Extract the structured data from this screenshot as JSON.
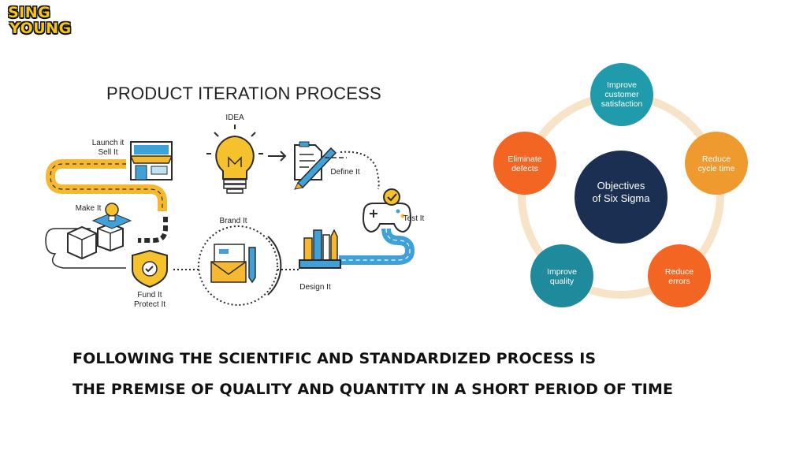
{
  "logo": {
    "line1": "SING",
    "line2": "YOUNG"
  },
  "product_iteration": {
    "title": "PRODUCT ITERATION PROCESS",
    "steps": [
      {
        "id": "idea",
        "label": "IDEA"
      },
      {
        "id": "define",
        "label": "Define It"
      },
      {
        "id": "test",
        "label": "Test It"
      },
      {
        "id": "design",
        "label": "Design It"
      },
      {
        "id": "brand",
        "label": "Brand It"
      },
      {
        "id": "fund",
        "line1": "Fund It",
        "line2": "Protect It"
      },
      {
        "id": "make",
        "label": "Make It"
      },
      {
        "id": "launch",
        "line1": "Launch it",
        "line2": "Sell It"
      }
    ]
  },
  "six_sigma": {
    "center": {
      "line1": "Objectives",
      "line2": "of Six Sigma",
      "color": "#1b2f52"
    },
    "ring_color": "#f7e3c7",
    "nodes": [
      {
        "line1": "Improve",
        "line2": "customer",
        "line3": "satisfaction",
        "color": "#1f9bab"
      },
      {
        "line1": "Reduce",
        "line2": "cycle time",
        "color": "#ef9a2f"
      },
      {
        "line1": "Reduce",
        "line2": "errors",
        "color": "#f26522"
      },
      {
        "line1": "Improve",
        "line2": "quality",
        "color": "#1f8a9c"
      },
      {
        "line1": "Eliminate",
        "line2": "defects",
        "color": "#f26522"
      }
    ]
  },
  "statement": {
    "line1": "FOLLOWING THE SCIENTIFIC AND STANDARDIZED PROCESS IS",
    "line2": "THE PREMISE OF QUALITY AND QUANTITY IN A SHORT PERIOD OF TIME"
  }
}
